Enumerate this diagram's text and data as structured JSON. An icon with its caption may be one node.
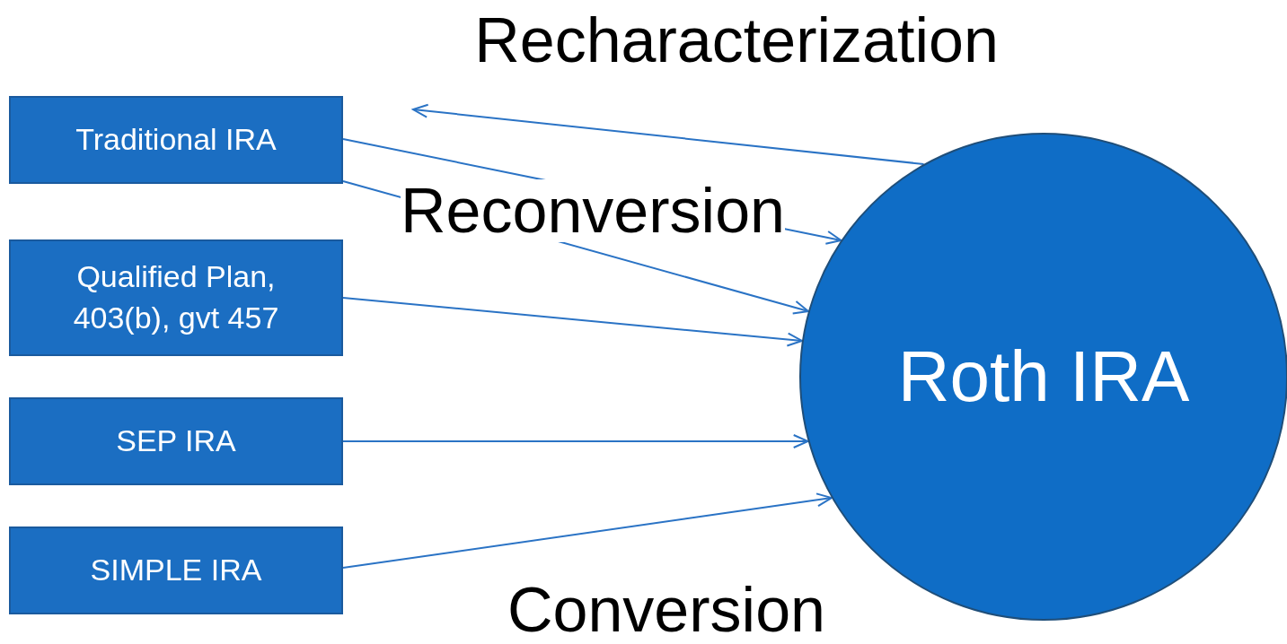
{
  "diagram": {
    "nodes": [
      {
        "text": [
          "Traditional IRA"
        ]
      },
      {
        "text": [
          "Qualified Plan, 403(b), gvt 457"
        ]
      },
      {
        "text": [
          "SEP IRA"
        ]
      },
      {
        "text": [
          "SIMPLE IRA"
        ]
      },
      {
        "text": [
          "Roth IRA"
        ]
      }
    ],
    "edges": [
      {
        "from": 4,
        "to": null,
        "arrow": "to",
        "label": "Recharacterization"
      },
      {
        "from": 0,
        "to": 4,
        "arrow": "to",
        "label": "Reconversion"
      },
      {
        "from": 0,
        "to": 4,
        "arrow": "to"
      },
      {
        "from": 1,
        "to": 4,
        "arrow": "to"
      },
      {
        "from": 2,
        "to": 4,
        "arrow": "to"
      },
      {
        "from": 3,
        "to": 4,
        "arrow": "to"
      }
    ],
    "labels": [
      "Conversion"
    ]
  }
}
